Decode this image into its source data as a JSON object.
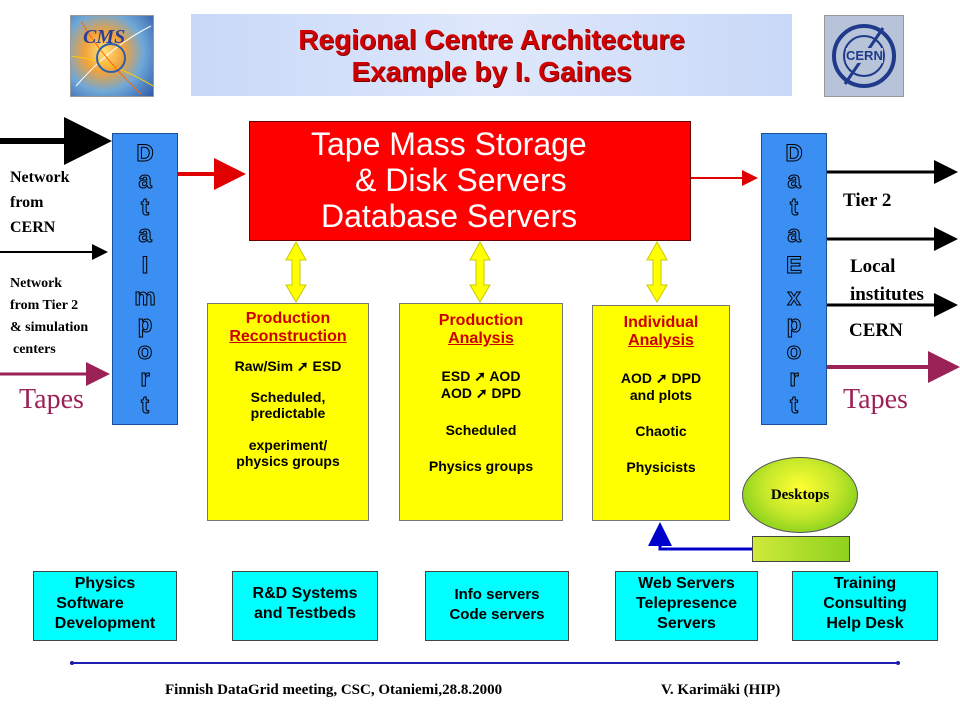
{
  "title": {
    "line1": "Regional Centre Architecture",
    "line2": "Example by I. Gaines"
  },
  "logos": {
    "left": "CMS",
    "right": "CERN"
  },
  "colors": {
    "title_red": "#d00000",
    "import_export_blue": "#3b8ef2",
    "storage_red": "#ff0000",
    "box_yellow": "#ffff00",
    "box_cyan": "#00ffff",
    "desktop_green": "#7fd61e",
    "arrow_red": "#e00000",
    "arrow_maroon": "#9b2257",
    "arrow_blue": "#0000cc"
  },
  "data_import": {
    "label": "Data Import",
    "letters": [
      "D",
      "a",
      "t",
      "a",
      "I",
      "m",
      "p",
      "o",
      "r",
      "t"
    ]
  },
  "data_export": {
    "label": "Data Export",
    "letters": [
      "D",
      "a",
      "t",
      "a",
      "E",
      "x",
      "p",
      "o",
      "r",
      "t"
    ]
  },
  "left_inputs": {
    "network_cern": [
      "Network",
      "from",
      "CERN"
    ],
    "network_tier2": [
      "Network",
      "from Tier 2",
      "& simulation",
      "centers"
    ],
    "tapes": "Tapes"
  },
  "right_outputs": {
    "tier2": "Tier 2",
    "local": [
      "Local",
      "institutes"
    ],
    "cern": "CERN",
    "tapes": "Tapes"
  },
  "storage": {
    "line1": "Tape Mass Storage",
    "line2": "& Disk Servers",
    "line3": "Database Servers"
  },
  "activities": [
    {
      "title1": "Production",
      "title2": "Reconstruction",
      "l1": "Raw/Sim ➚ ESD",
      "l2": "Scheduled,",
      "l3": "predictable",
      "l4": "experiment/",
      "l5": "physics groups"
    },
    {
      "title1": "Production",
      "title2": "Analysis",
      "l1": "ESD ➚ AOD",
      "l2": "AOD ➚ DPD",
      "l3": "Scheduled",
      "l4": "Physics groups"
    },
    {
      "title1": "Individual",
      "title2": "Analysis",
      "l1": "AOD ➚ DPD",
      "l2": "and plots",
      "l3": "Chaotic",
      "l4": "Physicists"
    }
  ],
  "desktops": "Desktops",
  "services": [
    {
      "l1": "Physics",
      "l2": "Software",
      "l3": "Development"
    },
    {
      "l1": "R&D Systems",
      "l2": "and Testbeds"
    },
    {
      "l1": "Info servers",
      "l2": "Code servers"
    },
    {
      "l1": "Web Servers",
      "l2": "Telepresence",
      "l3": "Servers"
    },
    {
      "l1": "Training",
      "l2": "Consulting",
      "l3": "Help Desk"
    }
  ],
  "footer": {
    "left": "Finnish DataGrid meeting, CSC, Otaniemi,28.8.2000",
    "right": "V. Karimäki (HIP)"
  }
}
